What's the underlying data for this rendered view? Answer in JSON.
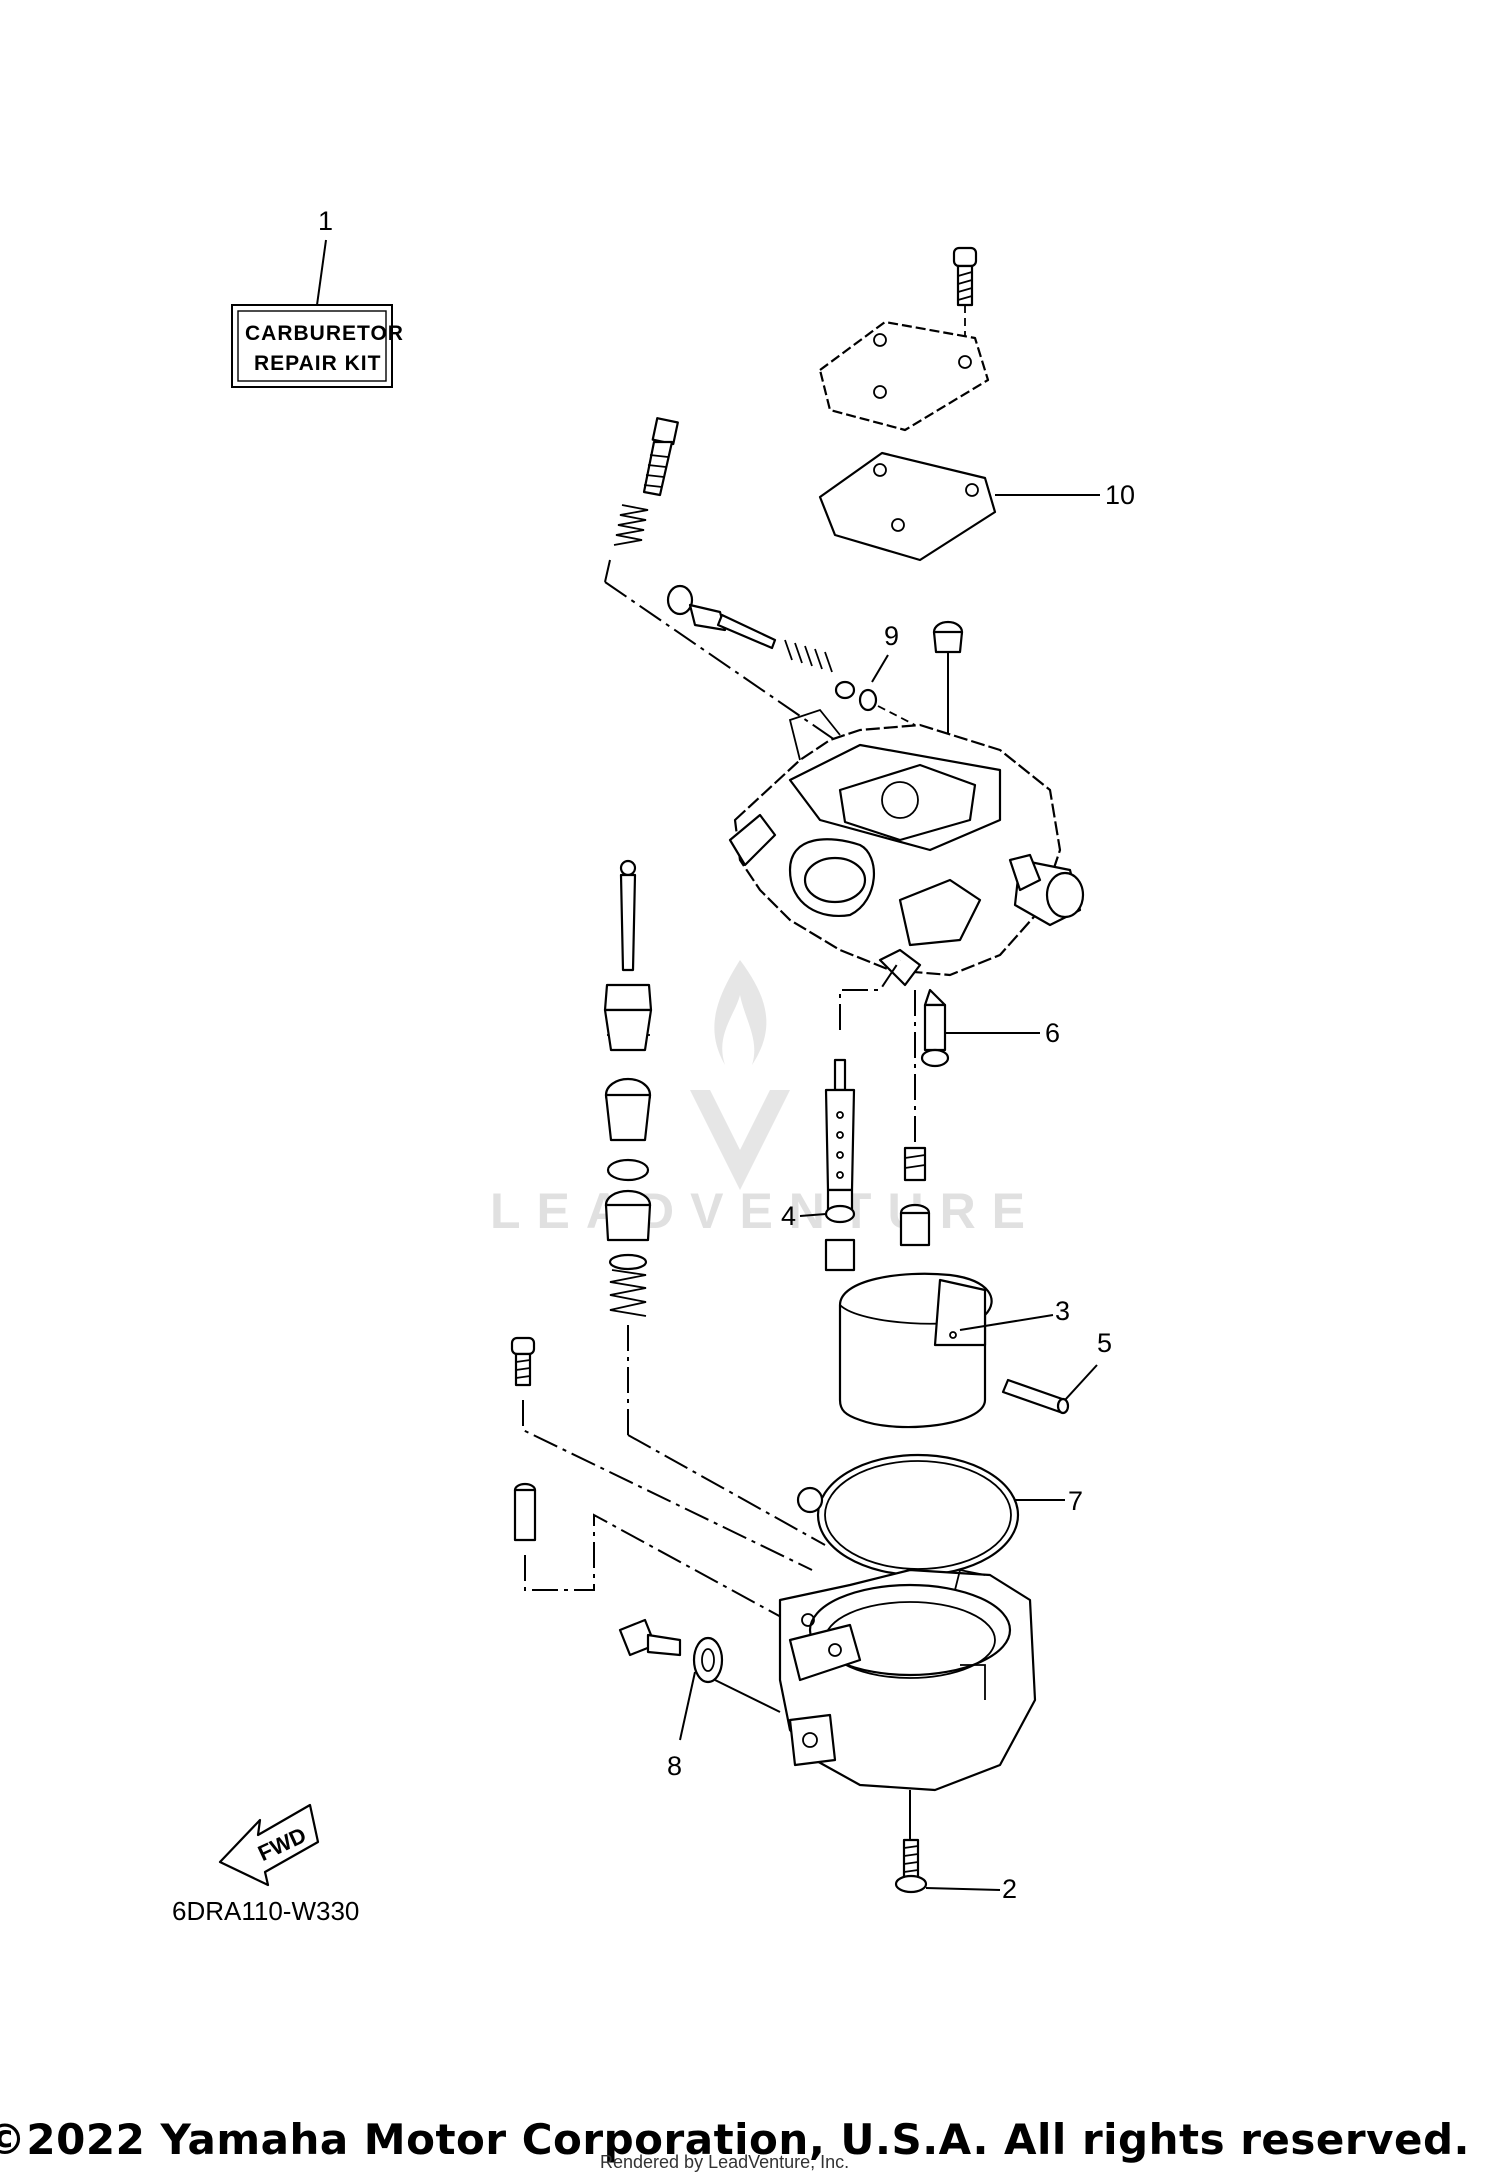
{
  "kit_label": {
    "line1": "CARBURETOR",
    "line2": "REPAIR KIT"
  },
  "callouts": [
    {
      "id": "1",
      "label": "1"
    },
    {
      "id": "2",
      "label": "2"
    },
    {
      "id": "3",
      "label": "3"
    },
    {
      "id": "4",
      "label": "4"
    },
    {
      "id": "5",
      "label": "5"
    },
    {
      "id": "6",
      "label": "6"
    },
    {
      "id": "7",
      "label": "7"
    },
    {
      "id": "8",
      "label": "8"
    },
    {
      "id": "9",
      "label": "9"
    },
    {
      "id": "10",
      "label": "10"
    }
  ],
  "fwd_label": "FWD",
  "diagram_code": "6DRA110-W330",
  "watermark": "LEADVENTURE",
  "copyright": "©2022 Yamaha Motor Corporation, U.S.A. All rights reserved.",
  "rendered_by": "Rendered by LeadVenture, Inc."
}
